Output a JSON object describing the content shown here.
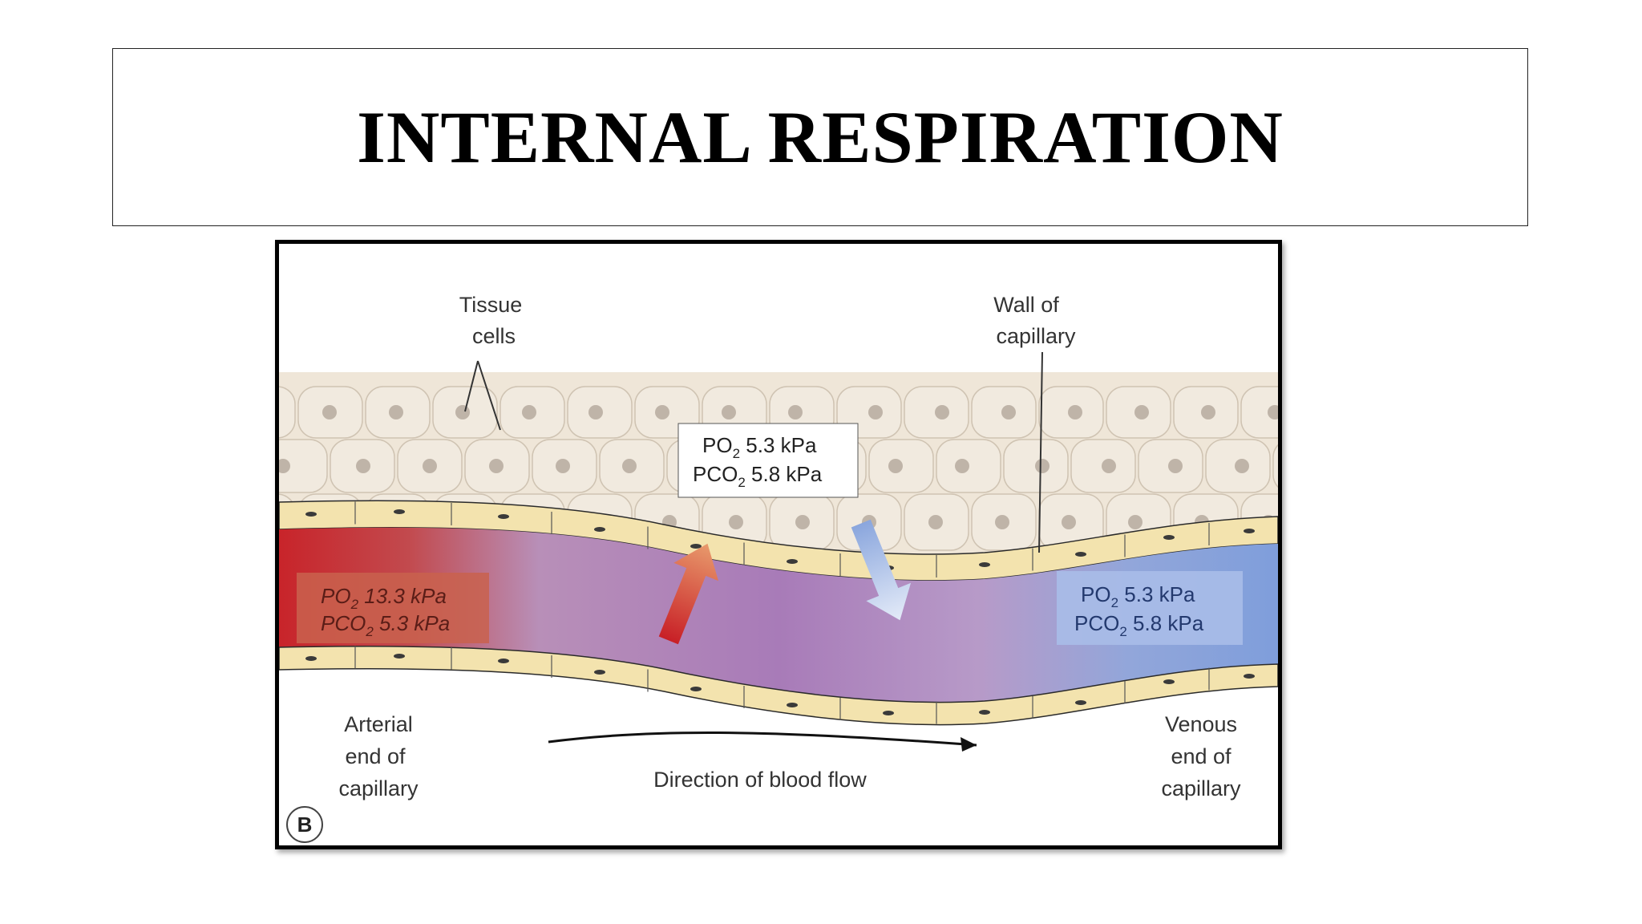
{
  "slide": {
    "title": "INTERNAL RESPIRATION"
  },
  "diagram": {
    "labels": {
      "tissue_cells_line1": "Tissue",
      "tissue_cells_line2": "cells",
      "wall_line1": "Wall of",
      "wall_line2": "capillary",
      "arterial_line1": "Arterial",
      "arterial_line2": "end of",
      "arterial_line3": "capillary",
      "venous_line1": "Venous",
      "venous_line2": "end of",
      "venous_line3": "capillary",
      "direction": "Direction of blood flow",
      "panel_letter": "B"
    },
    "tissue_box": {
      "po2_prefix": "PO",
      "po2_sub": "2",
      "po2_value": " 5.3 kPa",
      "pco2_prefix": "PCO",
      "pco2_sub": "2",
      "pco2_value": " 5.8 kPa"
    },
    "arterial_box": {
      "po2_prefix": "PO",
      "po2_sub": "2",
      "po2_value": " 13.3 kPa",
      "pco2_prefix": "PCO",
      "pco2_sub": "2",
      "pco2_value": " 5.3 kPa"
    },
    "venous_box": {
      "po2_prefix": "PO",
      "po2_sub": "2",
      "po2_value": " 5.3 kPa",
      "pco2_prefix": "PCO",
      "pco2_sub": "2",
      "pco2_value": " 5.8 kPa"
    },
    "colors": {
      "arterial_blood": "#c8242a",
      "mixed_blood": "#a87bb8",
      "venous_blood": "#7f9edb",
      "capillary_wall": "#f3e3ae",
      "tissue_cell": "#f1eadf",
      "cell_nucleus": "#bfb4a8"
    }
  }
}
